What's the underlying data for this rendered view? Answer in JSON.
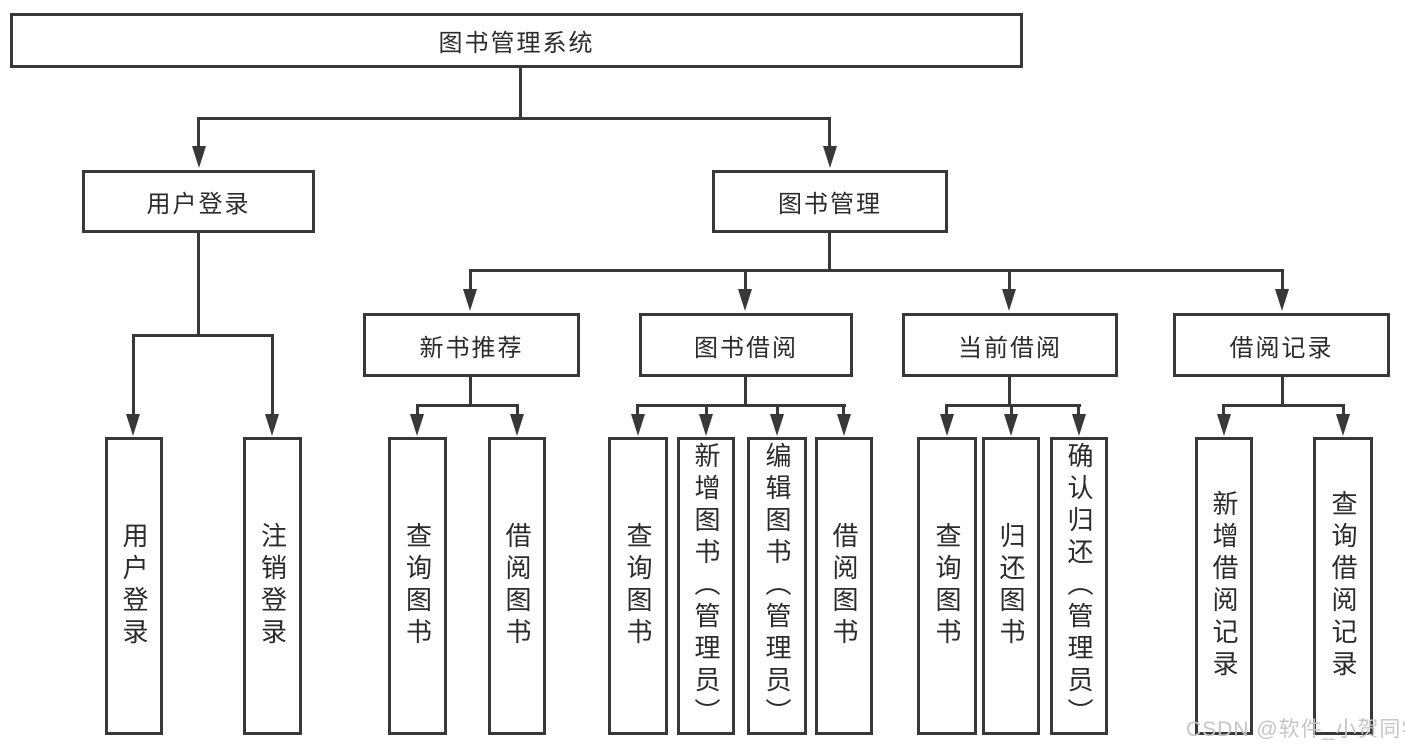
{
  "nodes": {
    "root": "图书管理系统",
    "level2": [
      {
        "label": "用户登录"
      },
      {
        "label": "图书管理"
      }
    ],
    "level3": [
      {
        "label": "新书推荐"
      },
      {
        "label": "图书借阅"
      },
      {
        "label": "当前借阅"
      },
      {
        "label": "借阅记录"
      }
    ],
    "leaves": [
      {
        "label": "用户登录"
      },
      {
        "label": "注销登录"
      },
      {
        "label": "查询图书"
      },
      {
        "label": "借阅图书"
      },
      {
        "label": "查询图书"
      },
      {
        "label": "新增图书（管理员）"
      },
      {
        "label": "编辑图书（管理员）"
      },
      {
        "label": "借阅图书"
      },
      {
        "label": "查询图书"
      },
      {
        "label": "归还图书"
      },
      {
        "label": "确认归还（管理员）"
      },
      {
        "label": "新增借阅记录"
      },
      {
        "label": "查询借阅记录"
      }
    ]
  },
  "watermark": "CSDN @软件_小贺同学",
  "colors": {
    "line": "#383838",
    "border": "#383838",
    "fill": "#ffffff",
    "text": "#2b2b2b",
    "watermark": "#c6c6c6"
  }
}
